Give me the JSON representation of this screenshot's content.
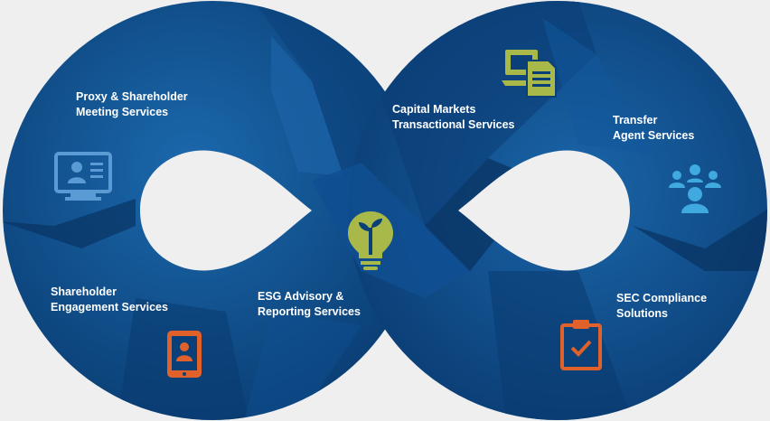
{
  "segments": [
    {
      "line1": "Proxy & Shareholder",
      "line2": "Meeting Services",
      "icon": "monitor-id-card-icon",
      "icon_color": "#5b9bd5"
    },
    {
      "line1": "Capital Markets",
      "line2": "Transactional Services",
      "icon": "laptop-document-icon",
      "icon_color": "#a8b94a"
    },
    {
      "line1": "Transfer",
      "line2": "Agent Services",
      "icon": "people-group-icon",
      "icon_color": "#3fa9e0"
    },
    {
      "line1": "Shareholder",
      "line2": "Engagement Services",
      "icon": "tablet-person-icon",
      "icon_color": "#e0622a"
    },
    {
      "line1": "ESG Advisory &",
      "line2": "Reporting Services",
      "icon": "lightbulb-plant-icon",
      "icon_color": "#a8b94a"
    },
    {
      "line1": "SEC Compliance",
      "line2": "Solutions",
      "icon": "clipboard-check-icon",
      "icon_color": "#e0622a"
    }
  ],
  "colors": {
    "background": "#efeff0",
    "dark_blue": "#07295a",
    "mid_blue": "#0c4a86",
    "light_blue": "#155fa0"
  }
}
